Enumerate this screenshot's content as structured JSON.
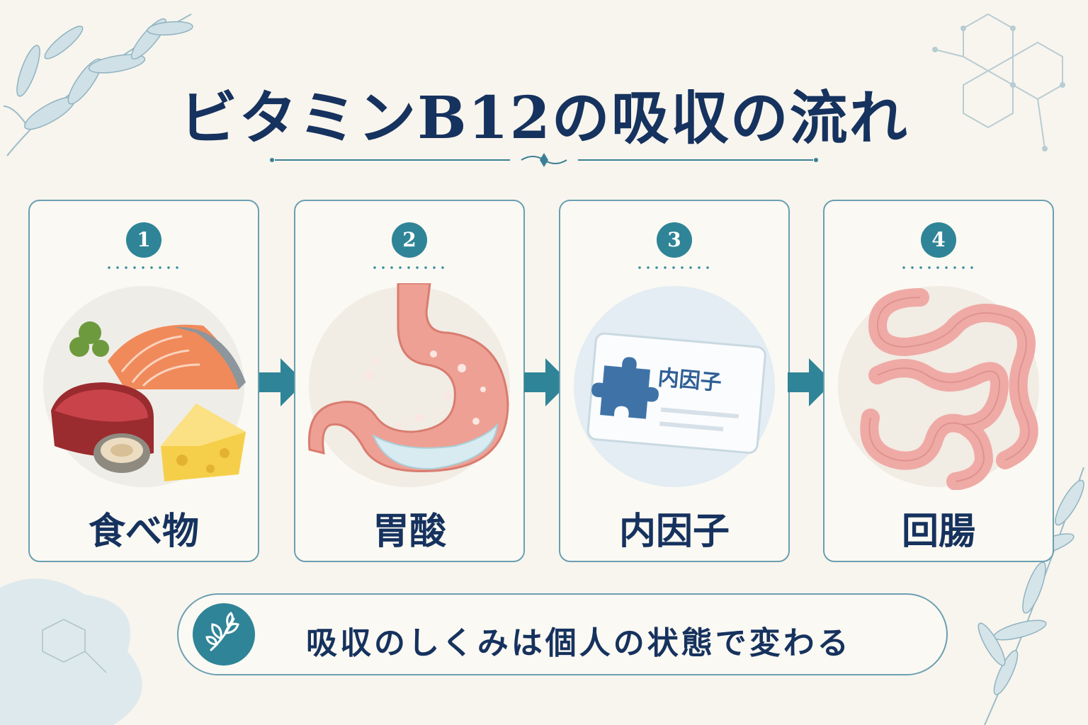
{
  "title": "ビタミンB12の吸収の流れ",
  "steps": [
    {
      "number": "1",
      "label": "食べ物",
      "icon": "food-icon"
    },
    {
      "number": "2",
      "label": "胃酸",
      "icon": "stomach-icon"
    },
    {
      "number": "3",
      "label": "内因子",
      "icon": "intrinsic-factor-card-icon",
      "card_text": "内因子"
    },
    {
      "number": "4",
      "label": "回腸",
      "icon": "ileum-intestine-icon"
    }
  ],
  "note": {
    "text": "吸収のしくみは個人の状態で変わる",
    "icon": "leaf-sprout-icon"
  },
  "colors": {
    "accent": "#2f8497",
    "border": "#6a9fb1",
    "text": "#16325e",
    "background": "#f8f5ee"
  }
}
